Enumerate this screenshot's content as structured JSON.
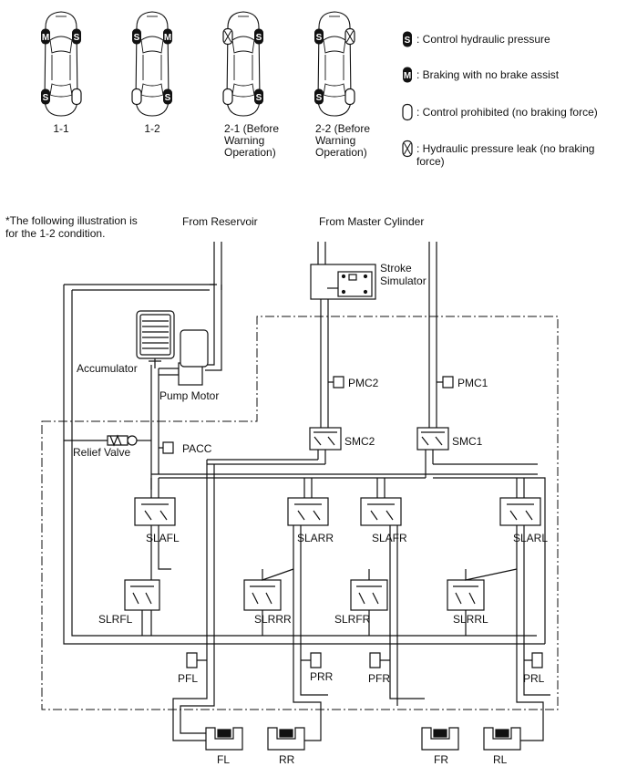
{
  "conditions": [
    {
      "id": "1-1",
      "label_lines": [
        "1-1"
      ],
      "wheels": {
        "fl": "M",
        "fr": "S",
        "rl": "S",
        "rr": "blank"
      }
    },
    {
      "id": "1-2",
      "label_lines": [
        "1-2"
      ],
      "wheels": {
        "fl": "S",
        "fr": "M",
        "rl": "blank",
        "rr": "S"
      }
    },
    {
      "id": "2-1",
      "label_lines": [
        "2-1 (Before",
        "Warning",
        "Operation)"
      ],
      "wheels": {
        "fl": "X",
        "fr": "S",
        "rl": "blank",
        "rr": "S"
      }
    },
    {
      "id": "2-2",
      "label_lines": [
        "2-2 (Before",
        "Warning",
        "Operation)"
      ],
      "wheels": {
        "fl": "S",
        "fr": "X",
        "rl": "S",
        "rr": "blank"
      }
    }
  ],
  "legend": [
    {
      "symbol": "S",
      "lines": [
        ": Control hydraulic pressure"
      ]
    },
    {
      "symbol": "M",
      "lines": [
        ": Braking with no brake assist"
      ]
    },
    {
      "symbol": "blank",
      "lines": [
        ": Control prohibited (no braking force)"
      ]
    },
    {
      "symbol": "X",
      "lines": [
        ": Hydraulic pressure leak (no braking",
        "force)"
      ]
    }
  ],
  "note_lines": [
    "*The following illustration is",
    "for the 1-2 condition."
  ],
  "labels": {
    "from_reservoir": "From Reservoir",
    "from_master_cylinder": "From Master Cylinder",
    "stroke_simulator": [
      "Stroke",
      "Simulator"
    ],
    "accumulator": "Accumulator",
    "pump_motor": "Pump Motor",
    "relief_valve": "Relief Valve",
    "pacc": "PACC",
    "pmc1": "PMC1",
    "pmc2": "PMC2",
    "smc1": "SMC1",
    "smc2": "SMC2",
    "slafl": "SLAFL",
    "slarr": "SLARR",
    "slafr": "SLAFR",
    "slarl": "SLARL",
    "slrfl": "SLRFL",
    "slrrr": "SLRRR",
    "slrfr": "SLRFR",
    "slrrl": "SLRRL",
    "pfl": "PFL",
    "prr": "PRR",
    "pfr": "PFR",
    "prl": "PRL",
    "fl": "FL",
    "rr": "RR",
    "fr": "FR",
    "rl": "RL"
  }
}
